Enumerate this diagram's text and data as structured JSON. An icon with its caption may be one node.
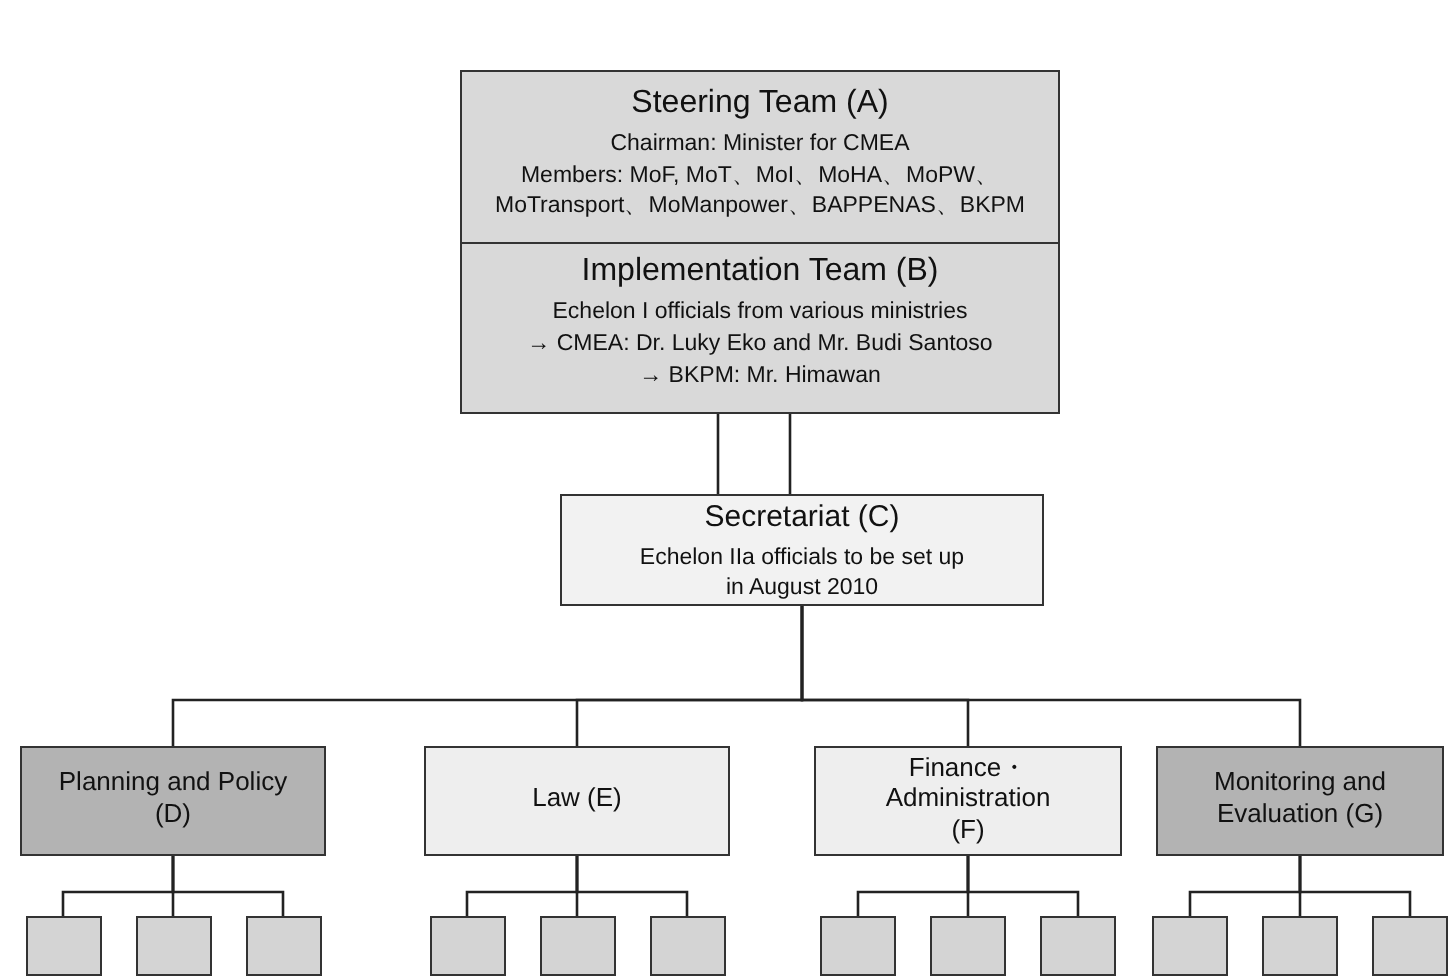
{
  "diagram": {
    "nodes": [
      {
        "text": [
          "Steering Team (A)",
          "Chairman: Minister for CMEA",
          "Members: MoF, MoT、MoI、MoHA、MoPW、MoTransport、MoManpower、BAPPENAS、BKPM"
        ]
      },
      {
        "text": [
          "Implementation Team (B)",
          "Echelon I officials from various ministries",
          "→ CMEA: Dr. Luky Eko and Mr. Budi Santoso",
          "→ BKPM: Mr. Himawan"
        ]
      },
      {
        "text": [
          "Secretariat (C)",
          "Echelon IIa officials to be set up in August 2010"
        ]
      },
      {
        "text": [
          "Planning and Policy (D)"
        ]
      },
      {
        "text": [
          "Law (E)"
        ]
      },
      {
        "text": [
          "Finance・ Administration (F)"
        ]
      },
      {
        "text": [
          "Monitoring and Evaluation (G)"
        ]
      },
      {
        "text": [],
        "shape": "box"
      },
      {
        "text": [],
        "shape": "box"
      },
      {
        "text": [],
        "shape": "box"
      },
      {
        "text": [],
        "shape": "box"
      },
      {
        "text": [],
        "shape": "box"
      },
      {
        "text": [],
        "shape": "box"
      },
      {
        "text": [],
        "shape": "box"
      },
      {
        "text": [],
        "shape": "box"
      },
      {
        "text": [],
        "shape": "box"
      },
      {
        "text": [],
        "shape": "box"
      },
      {
        "text": [],
        "shape": "box"
      },
      {
        "text": [],
        "shape": "box"
      }
    ],
    "edges": [
      {
        "from": 1,
        "to": 2,
        "arrow": "none"
      },
      {
        "from": 1,
        "to": 2,
        "arrow": "none"
      },
      {
        "from": 2,
        "to": 3,
        "arrow": "none"
      },
      {
        "from": 2,
        "to": 4,
        "arrow": "none"
      },
      {
        "from": 2,
        "to": 5,
        "arrow": "none"
      },
      {
        "from": 2,
        "to": 6,
        "arrow": "none"
      },
      {
        "from": 3,
        "to": 7,
        "arrow": "none"
      },
      {
        "from": 3,
        "to": 8,
        "arrow": "none"
      },
      {
        "from": 3,
        "to": 9,
        "arrow": "none"
      },
      {
        "from": 4,
        "to": 10,
        "arrow": "none"
      },
      {
        "from": 4,
        "to": 11,
        "arrow": "none"
      },
      {
        "from": 4,
        "to": 12,
        "arrow": "none"
      },
      {
        "from": 5,
        "to": 13,
        "arrow": "none"
      },
      {
        "from": 5,
        "to": 14,
        "arrow": "none"
      },
      {
        "from": 5,
        "to": 15,
        "arrow": "none"
      },
      {
        "from": 6,
        "to": 16,
        "arrow": "none"
      },
      {
        "from": 6,
        "to": 17,
        "arrow": "none"
      },
      {
        "from": 6,
        "to": 18,
        "arrow": "none"
      }
    ]
  }
}
